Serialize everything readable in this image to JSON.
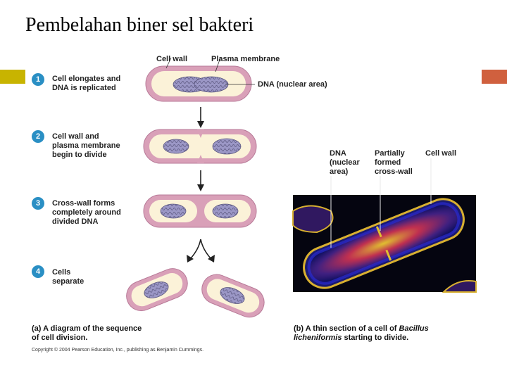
{
  "title": "Pembelahan biner sel bakteri",
  "colors": {
    "accent_left": "#c8b400",
    "accent_right": "#d0603e",
    "step_badge": "#2a8fc4",
    "cell_wall": "#d9a0b8",
    "cytoplasm": "#fbf2d8",
    "dna": "#8a86b8"
  },
  "labels": {
    "cell_wall": "Cell wall",
    "plasma_membrane": "Plasma membrane",
    "dna": "DNA (nuclear area)"
  },
  "steps": [
    {
      "number": "1",
      "text": "Cell elongates and\nDNA is replicated"
    },
    {
      "number": "2",
      "text": "Cell wall and\nplasma membrane\nbegin to divide"
    },
    {
      "number": "3",
      "text": "Cross-wall forms\ncompletely around\ndivided DNA"
    },
    {
      "number": "4",
      "text": "Cells\nseparate"
    }
  ],
  "micrograph_labels": {
    "dna": "DNA\n(nuclear\narea)",
    "cross_wall": "Partially\nformed\ncross-wall",
    "cell_wall": "Cell wall"
  },
  "caption_a": {
    "prefix": "(a) A diagram of the sequence",
    "line2": "of cell division."
  },
  "caption_b": {
    "prefix": "(b) A thin section of a cell of ",
    "species_genus": "Bacillus",
    "species_epithet": "licheniformis",
    "suffix": " starting to divide."
  },
  "copyright": "Copyright © 2004 Pearson Education, Inc., publishing as Benjamin Cummings."
}
